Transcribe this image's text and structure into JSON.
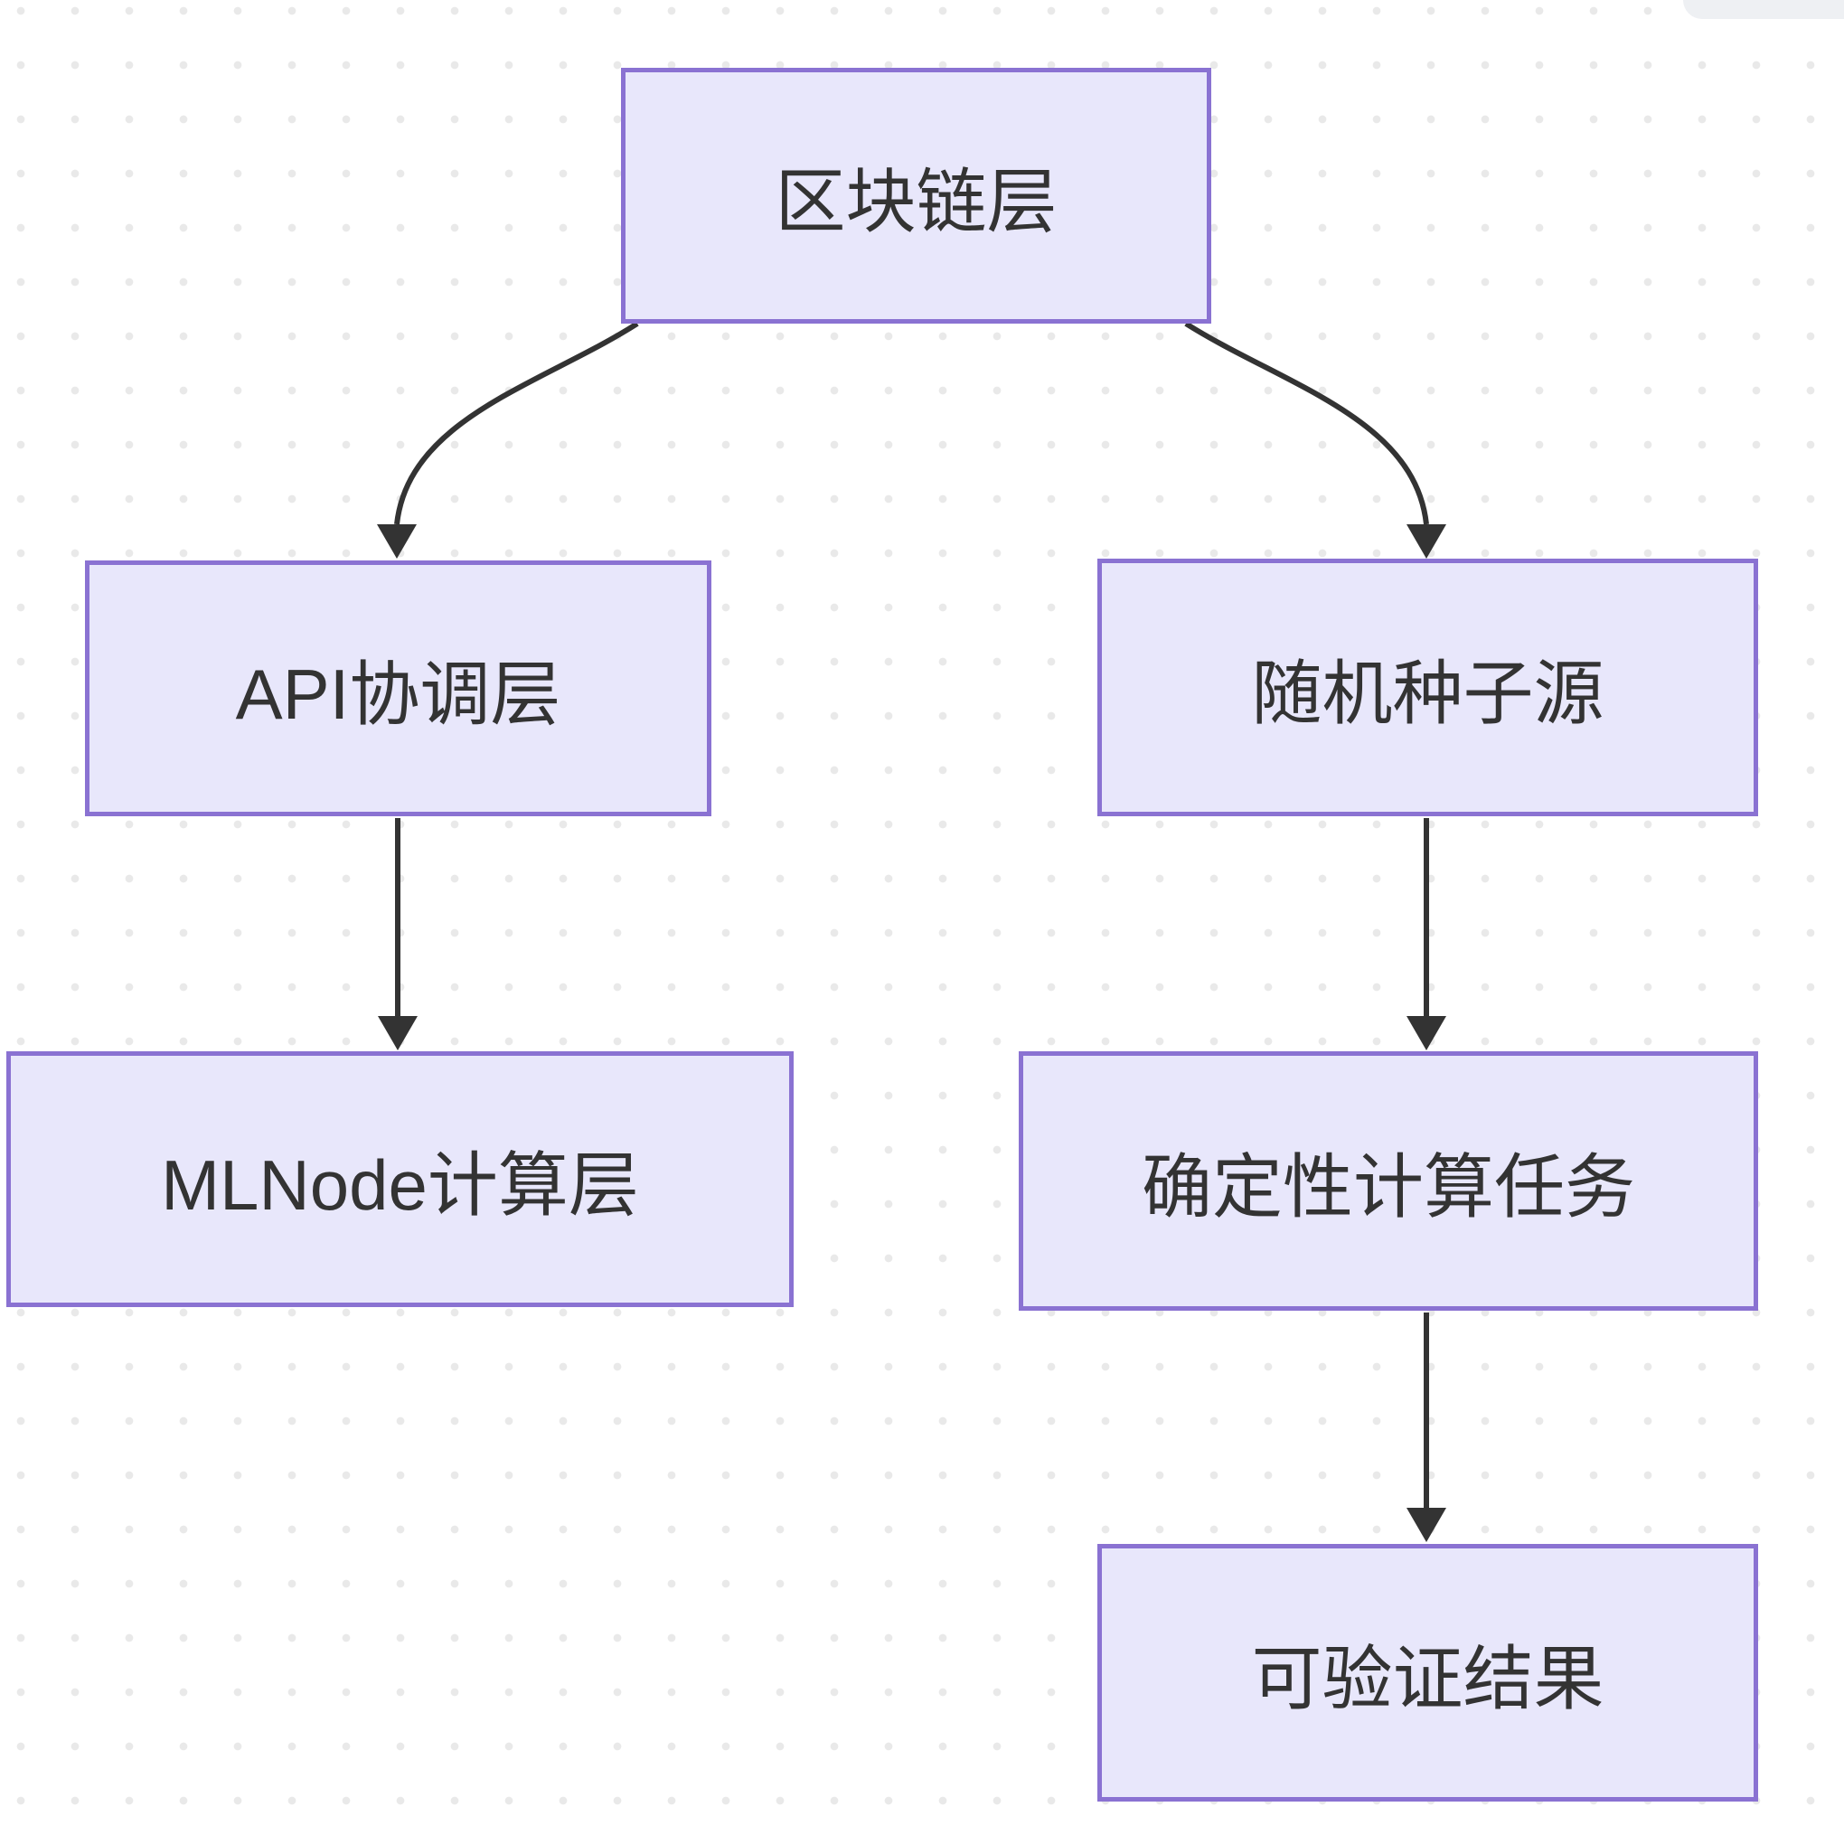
{
  "diagram": {
    "type": "flowchart",
    "direction": "top-down",
    "nodes": [
      {
        "id": "blockchain",
        "label": "区块链层"
      },
      {
        "id": "api",
        "label": "API协调层"
      },
      {
        "id": "seed",
        "label": "随机种子源"
      },
      {
        "id": "mlnode",
        "label": "MLNode计算层"
      },
      {
        "id": "task",
        "label": "确定性计算任务"
      },
      {
        "id": "result",
        "label": "可验证结果"
      }
    ],
    "edges": [
      {
        "from": "区块链层",
        "to": "API协调层"
      },
      {
        "from": "区块链层",
        "to": "随机种子源"
      },
      {
        "from": "API协调层",
        "to": "MLNode计算层"
      },
      {
        "from": "随机种子源",
        "to": "确定性计算任务"
      },
      {
        "from": "确定性计算任务",
        "to": "可验证结果"
      }
    ],
    "colors": {
      "node_fill": "#e8e7fb",
      "node_border": "#8a72d2",
      "edge": "#333333",
      "text": "#333333",
      "background": "#ffffff",
      "background_dots": "#e9e9e9",
      "corner_panel": "#eef0f3"
    }
  }
}
